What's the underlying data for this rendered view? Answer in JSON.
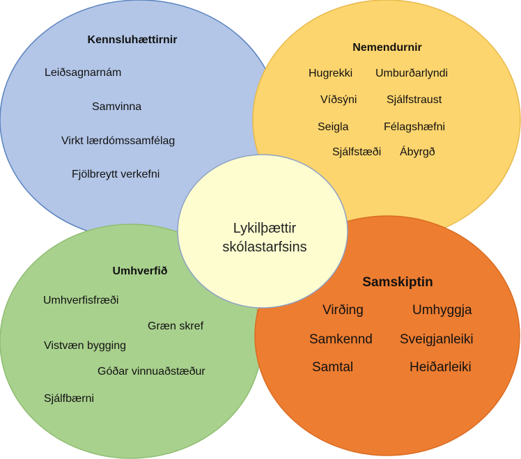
{
  "center": {
    "line1": "Lykilþættir",
    "line2": "skólastarfsins",
    "fill": "#fdfdd0",
    "stroke": "#8ca0c4"
  },
  "kennsla": {
    "title": "Kennsluhættirnir",
    "items": [
      "Leiðsagnarnám",
      "Samvinna",
      "Virkt lærdómssamfélag",
      "Fjölbreytt verkefni"
    ],
    "fill": "#b3c6e7",
    "stroke": "#5b84bf"
  },
  "nemendur": {
    "title": "Nemendurnir",
    "items": [
      "Hugrekki",
      "Umburðarlyndi",
      "Víðsýni",
      "Sjálfstraust",
      "Seigla",
      "Félagshæfni",
      "Sjálfstæði",
      "Ábyrgð"
    ],
    "fill": "#fdd56e",
    "stroke": "#e6b94a"
  },
  "umhverfi": {
    "title": "Umhverfið",
    "items": [
      "Umhverfisfræði",
      "Græn skref",
      "Vistvæn bygging",
      "Góðar vinnuaðstæður",
      "Sjálfbærni"
    ],
    "fill": "#a9d18e",
    "stroke": "#8fbd72"
  },
  "samskipti": {
    "title": "Samskiptin",
    "items": [
      "Virðing",
      "Umhyggja",
      "Samkennd",
      "Sveigjanleiki",
      "Samtal",
      "Heiðarleiki"
    ],
    "fill": "#ed7d31",
    "stroke": "#d86c22"
  }
}
